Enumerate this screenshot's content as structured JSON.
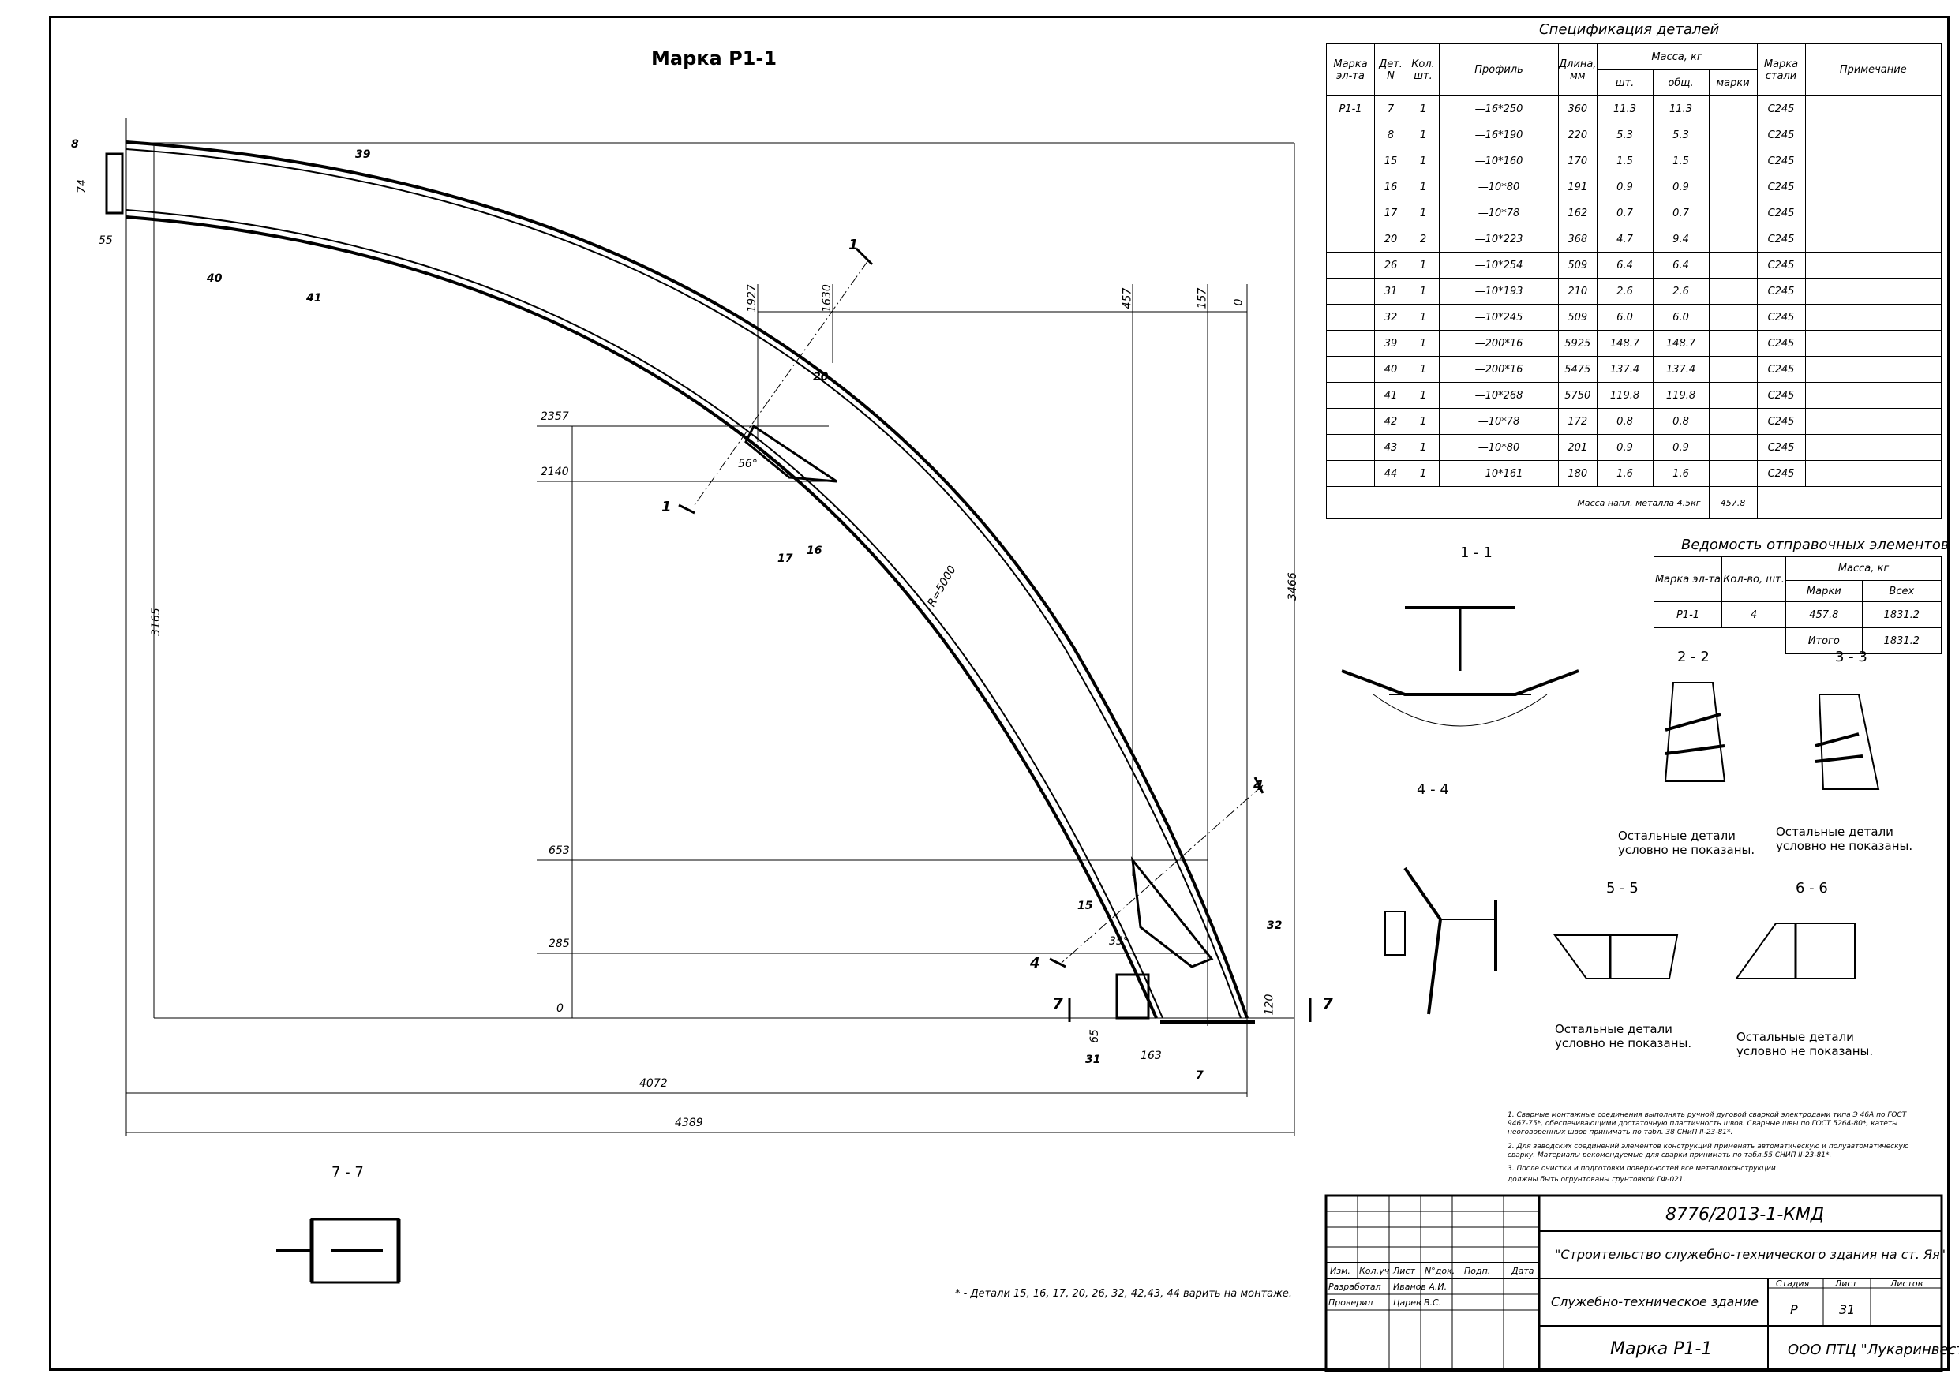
{
  "drawing": {
    "title": "Марка Р1-1",
    "radius_label": "R=5000",
    "angle_a": "56°",
    "angle_b": "35°"
  },
  "dims": {
    "h_4072": "4072",
    "h_4389": "4389",
    "v_3165": "3165",
    "v_3466": "3466",
    "lev_2357": "2357",
    "lev_2140": "2140",
    "lev_653": "653",
    "lev_285": "285",
    "lev_0": "0",
    "top_1927": "1927",
    "top_1630": "1630",
    "top_457": "457",
    "top_157": "157",
    "top_0": "0",
    "d_74": "74",
    "d_55": "55",
    "d_120": "120",
    "d_65": "65",
    "d_163": "163"
  },
  "marks": {
    "m8": "8",
    "m39": "39",
    "m40": "40",
    "m41": "41",
    "m20": "20",
    "m17": "17",
    "m16": "16",
    "m15": "15",
    "m32": "32",
    "m31": "31",
    "m7": "7",
    "s1": "1",
    "s4": "4",
    "s7": "7"
  },
  "spec": {
    "title": "Спецификация деталей",
    "headers": {
      "mark": "Марка эл-та",
      "det": "Дет. N",
      "qty": "Кол. шт.",
      "profile": "Профиль",
      "length": "Длина, мм",
      "mass": "Масса, кг",
      "mass_pc": "шт.",
      "mass_total": "общ.",
      "mass_mark": "марки",
      "steel": "Марка стали",
      "note": "Примечание"
    },
    "element": "Р1-1",
    "rows": [
      {
        "det": "7",
        "qty": "1",
        "profile": "—16*250",
        "len": "360",
        "pc": "11.3",
        "tot": "11.3",
        "steel": "С245"
      },
      {
        "det": "8",
        "qty": "1",
        "profile": "—16*190",
        "len": "220",
        "pc": "5.3",
        "tot": "5.3",
        "steel": "С245"
      },
      {
        "det": "15",
        "qty": "1",
        "profile": "—10*160",
        "len": "170",
        "pc": "1.5",
        "tot": "1.5",
        "steel": "С245"
      },
      {
        "det": "16",
        "qty": "1",
        "profile": "—10*80",
        "len": "191",
        "pc": "0.9",
        "tot": "0.9",
        "steel": "С245"
      },
      {
        "det": "17",
        "qty": "1",
        "profile": "—10*78",
        "len": "162",
        "pc": "0.7",
        "tot": "0.7",
        "steel": "С245"
      },
      {
        "det": "20",
        "qty": "2",
        "profile": "—10*223",
        "len": "368",
        "pc": "4.7",
        "tot": "9.4",
        "steel": "С245"
      },
      {
        "det": "26",
        "qty": "1",
        "profile": "—10*254",
        "len": "509",
        "pc": "6.4",
        "tot": "6.4",
        "steel": "С245"
      },
      {
        "det": "31",
        "qty": "1",
        "profile": "—10*193",
        "len": "210",
        "pc": "2.6",
        "tot": "2.6",
        "steel": "С245"
      },
      {
        "det": "32",
        "qty": "1",
        "profile": "—10*245",
        "len": "509",
        "pc": "6.0",
        "tot": "6.0",
        "steel": "С245"
      },
      {
        "det": "39",
        "qty": "1",
        "profile": "—200*16",
        "len": "5925",
        "pc": "148.7",
        "tot": "148.7",
        "steel": "С245"
      },
      {
        "det": "40",
        "qty": "1",
        "profile": "—200*16",
        "len": "5475",
        "pc": "137.4",
        "tot": "137.4",
        "steel": "С245"
      },
      {
        "det": "41",
        "qty": "1",
        "profile": "—10*268",
        "len": "5750",
        "pc": "119.8",
        "tot": "119.8",
        "steel": "С245"
      },
      {
        "det": "42",
        "qty": "1",
        "profile": "—10*78",
        "len": "172",
        "pc": "0.8",
        "tot": "0.8",
        "steel": "С245"
      },
      {
        "det": "43",
        "qty": "1",
        "profile": "—10*80",
        "len": "201",
        "pc": "0.9",
        "tot": "0.9",
        "steel": "С245"
      },
      {
        "det": "44",
        "qty": "1",
        "profile": "—10*161",
        "len": "180",
        "pc": "1.6",
        "tot": "1.6",
        "steel": "С245"
      }
    ],
    "weld_label": "Масса напл. металла 4.5кг",
    "mark_mass": "457.8"
  },
  "shipping": {
    "title": "Ведомость отправочных элементов",
    "h_mark": "Марка эл-та",
    "h_qty": "Кол-во, шт.",
    "h_mass": "Масса, кг",
    "h_mark_mass": "Марки",
    "h_all": "Всех",
    "row": {
      "mark": "Р1-1",
      "qty": "4",
      "mass": "457.8",
      "all": "1831.2"
    },
    "total_label": "Итого",
    "total": "1831.2"
  },
  "sections": {
    "s11": "1 - 1",
    "s22": "2 - 2",
    "s33": "3 - 3",
    "s44": "4 - 4",
    "s55": "5 - 5",
    "s66": "6 - 6",
    "s77": "7 - 7",
    "rest_note": "Остальные детали условно не показаны."
  },
  "notes": {
    "n1": "1. Сварные монтажные соединения выполнять ручной дуговой сваркой электродами типа Э 46А по ГОСТ 9467-75*, обеспечивающими достаточную пластичность швов. Сварные швы по ГОСТ 5264-80*, катеты неоговоренных швов принимать по табл. 38 СНиП II-23-81*.",
    "n2": "2. Для заводских соединений элементов конструкций применять автоматическую и полуавтоматическую сварку. Материалы рекомендуемые для сварки принимать по табл.55 СНИП II-23-81*.",
    "n3": "3. После очистки и подготовки поверхностей все металлоконструкции",
    "n4": "должны быть огрунтованы грунтовкой ГФ-021.",
    "weld_note": "* - Детали 15, 16, 17, 20, 26, 32, 42,43, 44 варить на монтаже."
  },
  "stamp": {
    "code": "8776/2013-1-КМД",
    "project": "\"Строительство служебно-технического здания на ст. Яя\"",
    "building": "Служебно-техническое здание",
    "sheet_title": "Марка Р1-1",
    "org": "ООО ПТЦ \"Лукаринвест\"",
    "h_izm": "Изм.",
    "h_kol": "Кол.уч",
    "h_list": "Лист",
    "h_ndok": "N°док.",
    "h_podp": "Подп.",
    "h_data": "Дата",
    "r_dev": "Разработал",
    "r_dev_name": "Иванов А.И.",
    "r_chk": "Проверил",
    "r_chk_name": "Царев В.С.",
    "h_stage": "Стадия",
    "h_sheet": "Лист",
    "h_sheets": "Листов",
    "stage": "Р",
    "sheet": "31"
  }
}
